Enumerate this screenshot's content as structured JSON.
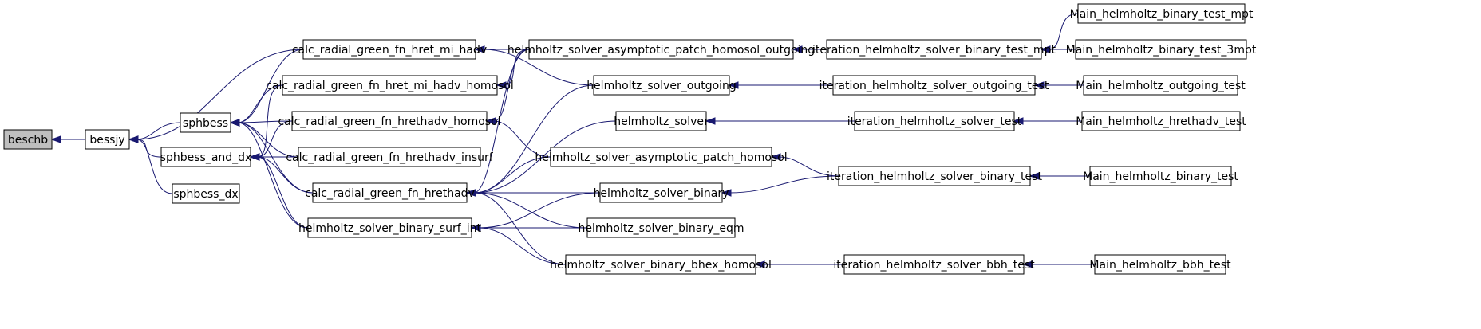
{
  "graph": {
    "nodes": {
      "beschb": "beschb",
      "bessjy": "bessjy",
      "sphbess": "sphbess",
      "sphbess_and_dx": "sphbess_and_dx",
      "sphbess_dx": "sphbess_dx",
      "crg_hret_mi_hadv": "calc_radial_green_fn_hret_mi_hadv",
      "crg_hret_mi_hadv_homosol": "calc_radial_green_fn_hret_mi_hadv_homosol",
      "crg_hrethadv_homosol": "calc_radial_green_fn_hrethadv_homosol",
      "crg_hrethadv_insurf": "calc_radial_green_fn_hrethadv_insurf",
      "crg_hrethadv": "calc_radial_green_fn_hrethadv",
      "hs_binary_surf_int": "helmholtz_solver_binary_surf_int",
      "hs_asym_patch_homosol_outgoing": "helmholtz_solver_asymptotic_patch_homosol_outgoing",
      "hs_outgoing": "helmholtz_solver_outgoing",
      "hs": "helmholtz_solver",
      "hs_asym_patch_homosol": "helmholtz_solver_asymptotic_patch_homosol",
      "hs_binary": "helmholtz_solver_binary",
      "hs_binary_eqm": "helmholtz_solver_binary_eqm",
      "hs_binary_bhex_homosol": "helmholtz_solver_binary_bhex_homosol",
      "it_binary_test_mpt": "iteration_helmholtz_solver_binary_test_mpt",
      "it_outgoing_test": "iteration_helmholtz_solver_outgoing_test",
      "it_test": "iteration_helmholtz_solver_test",
      "it_binary_test": "iteration_helmholtz_solver_binary_test",
      "it_bbh_test": "iteration_helmholtz_solver_bbh_test",
      "main_binary_test_mpt": "Main_helmholtz_binary_test_mpt",
      "main_binary_test_3mpt": "Main_helmholtz_binary_test_3mpt",
      "main_outgoing_test": "Main_helmholtz_outgoing_test",
      "main_hrethadv_test": "Main_helmholtz_hrethadv_test",
      "main_binary_test": "Main_helmholtz_binary_test",
      "main_bbh_test": "Main_helmholtz_bbh_test"
    },
    "edges": [
      [
        "bessjy",
        "beschb"
      ],
      [
        "sphbess",
        "bessjy"
      ],
      [
        "sphbess_and_dx",
        "bessjy"
      ],
      [
        "sphbess_dx",
        "bessjy"
      ],
      [
        "crg_hret_mi_hadv",
        "bessjy"
      ],
      [
        "crg_hret_mi_hadv",
        "sphbess"
      ],
      [
        "crg_hret_mi_hadv_homosol",
        "sphbess"
      ],
      [
        "crg_hrethadv_homosol",
        "sphbess"
      ],
      [
        "crg_hrethadv_insurf",
        "sphbess"
      ],
      [
        "crg_hrethadv",
        "sphbess"
      ],
      [
        "hs_binary_surf_int",
        "sphbess"
      ],
      [
        "crg_hret_mi_hadv_homosol",
        "sphbess_and_dx"
      ],
      [
        "crg_hrethadv_homosol",
        "sphbess_and_dx"
      ],
      [
        "crg_hrethadv_insurf",
        "sphbess_and_dx"
      ],
      [
        "crg_hrethadv",
        "sphbess_and_dx"
      ],
      [
        "hs_binary_surf_int",
        "sphbess_and_dx"
      ],
      [
        "hs_asym_patch_homosol_outgoing",
        "crg_hret_mi_hadv"
      ],
      [
        "hs_outgoing",
        "crg_hret_mi_hadv"
      ],
      [
        "hs_asym_patch_homosol_outgoing",
        "crg_hret_mi_hadv_homosol"
      ],
      [
        "hs_asym_patch_homosol_outgoing",
        "crg_hrethadv_homosol"
      ],
      [
        "hs_asym_patch_homosol",
        "crg_hrethadv_homosol"
      ],
      [
        "hs_asym_patch_homosol_outgoing",
        "crg_hrethadv"
      ],
      [
        "hs_outgoing",
        "crg_hrethadv"
      ],
      [
        "hs",
        "crg_hrethadv"
      ],
      [
        "hs_asym_patch_homosol",
        "crg_hrethadv"
      ],
      [
        "hs_binary",
        "crg_hrethadv"
      ],
      [
        "hs_binary_eqm",
        "crg_hrethadv"
      ],
      [
        "hs_binary_bhex_homosol",
        "crg_hrethadv"
      ],
      [
        "hs_binary",
        "hs_binary_surf_int"
      ],
      [
        "hs_binary_eqm",
        "hs_binary_surf_int"
      ],
      [
        "hs_binary_bhex_homosol",
        "hs_binary_surf_int"
      ],
      [
        "it_binary_test_mpt",
        "hs_asym_patch_homosol_outgoing"
      ],
      [
        "it_outgoing_test",
        "hs_outgoing"
      ],
      [
        "it_test",
        "hs"
      ],
      [
        "it_binary_test",
        "hs_asym_patch_homosol"
      ],
      [
        "it_binary_test",
        "hs_binary"
      ],
      [
        "it_bbh_test",
        "hs_binary_bhex_homosol"
      ],
      [
        "main_binary_test_mpt",
        "it_binary_test_mpt"
      ],
      [
        "main_binary_test_3mpt",
        "it_binary_test_mpt"
      ],
      [
        "main_outgoing_test",
        "it_outgoing_test"
      ],
      [
        "main_hrethadv_test",
        "it_test"
      ],
      [
        "main_binary_test",
        "it_binary_test"
      ],
      [
        "main_bbh_test",
        "it_bbh_test"
      ]
    ]
  }
}
